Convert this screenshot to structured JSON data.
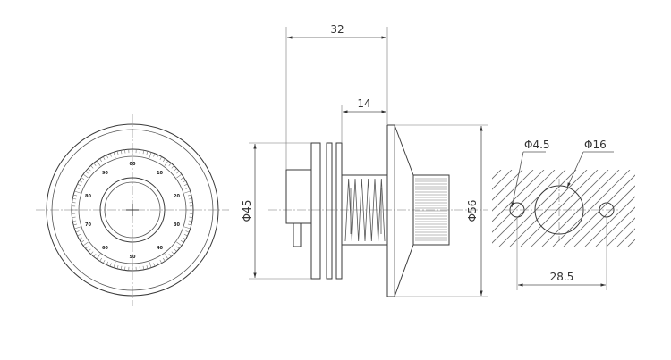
{
  "dimensions": {
    "length_overall": "32",
    "thread_length": "14",
    "dial_diameter": "Φ45",
    "flange_diameter": "Φ56",
    "small_hole": "Φ4.5",
    "large_hole": "Φ16",
    "hole_spacing": "28.5"
  },
  "dial_scale": [
    "10",
    "20",
    "30",
    "40",
    "50",
    "60",
    "70",
    "80",
    "90",
    "00"
  ],
  "colors": {
    "line": "#3a3a3a",
    "hatch": "#666666",
    "background": "#ffffff"
  }
}
